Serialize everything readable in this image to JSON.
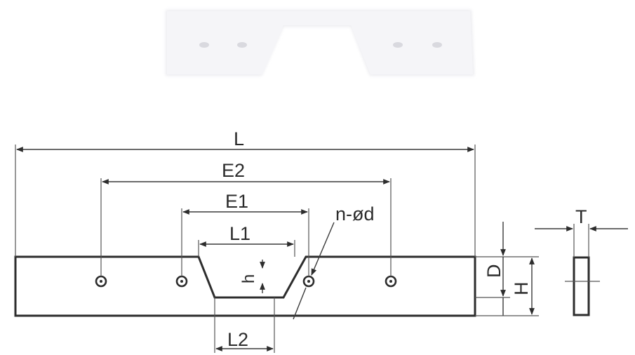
{
  "drawing": {
    "labels": {
      "L": "L",
      "E2": "E2",
      "E1": "E1",
      "L1": "L1",
      "L2": "L2",
      "hole_spec": "n-ød",
      "h": "h",
      "D": "D",
      "H": "H",
      "T": "T"
    },
    "colors": {
      "line": "#2d2d2d",
      "photo_part": "#f3f3f5"
    }
  }
}
